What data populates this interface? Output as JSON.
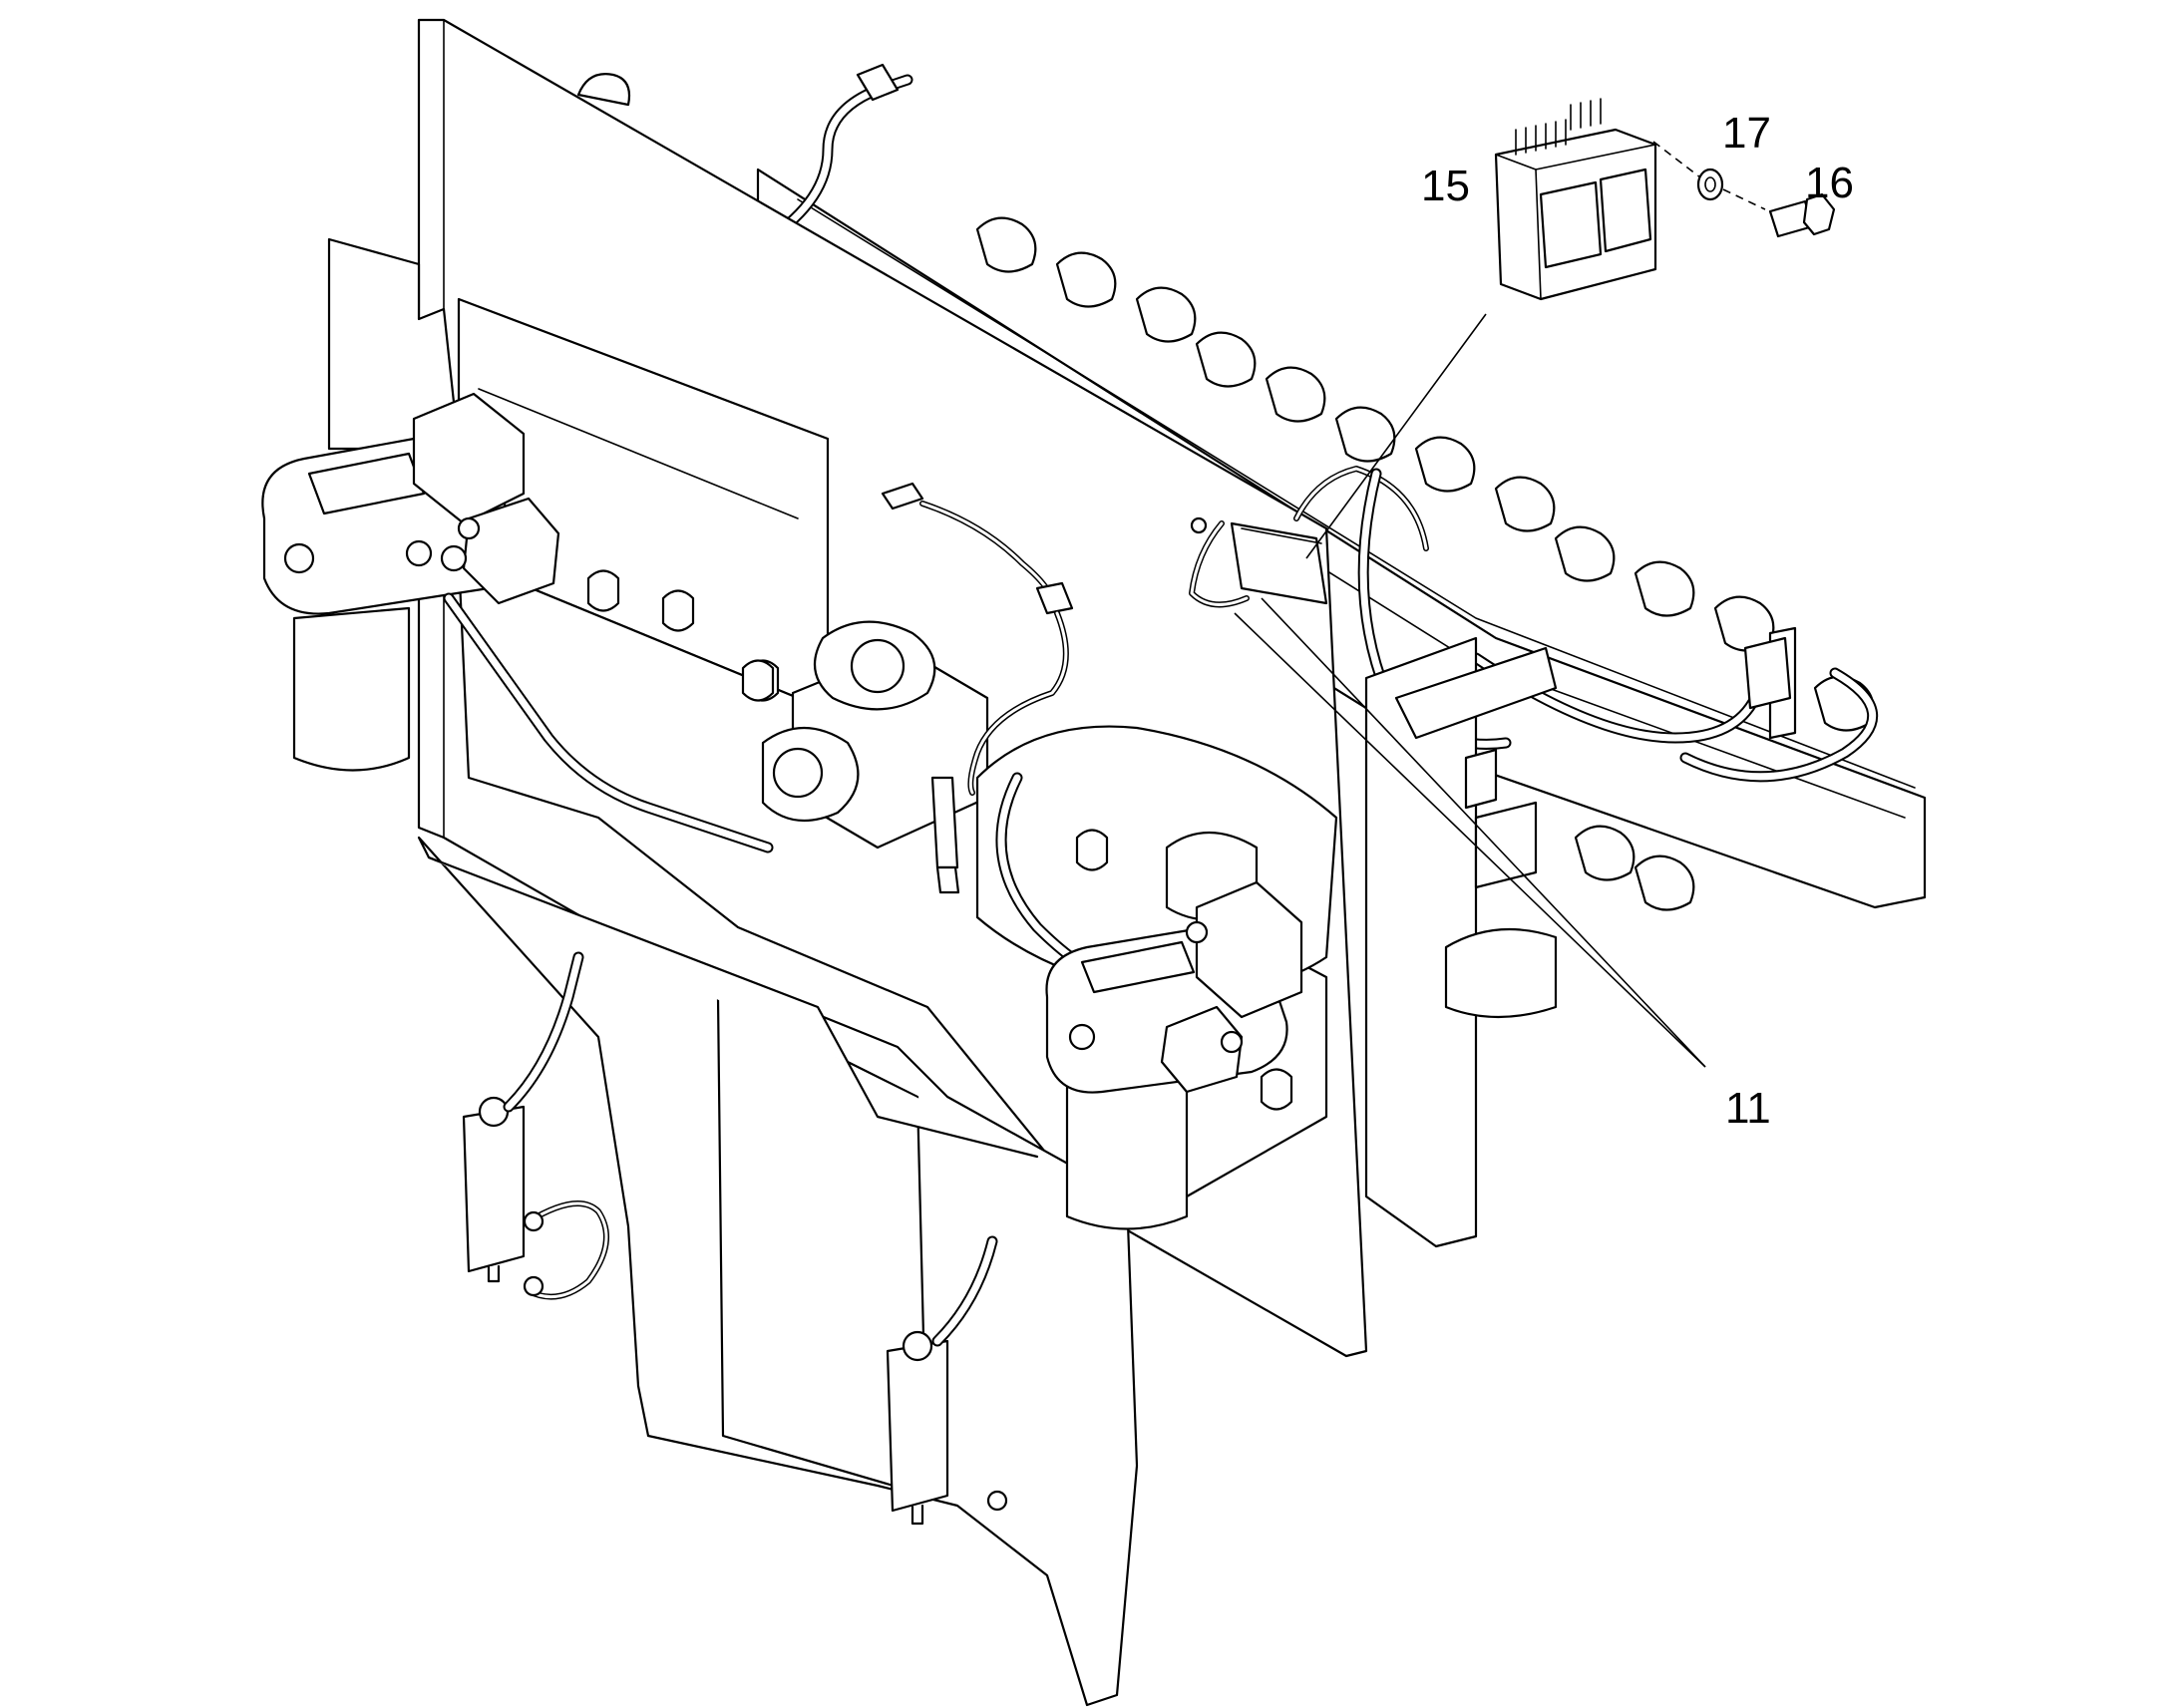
{
  "callouts": {
    "c11": "11",
    "c15": "15",
    "c16": "16",
    "c17": "17"
  }
}
